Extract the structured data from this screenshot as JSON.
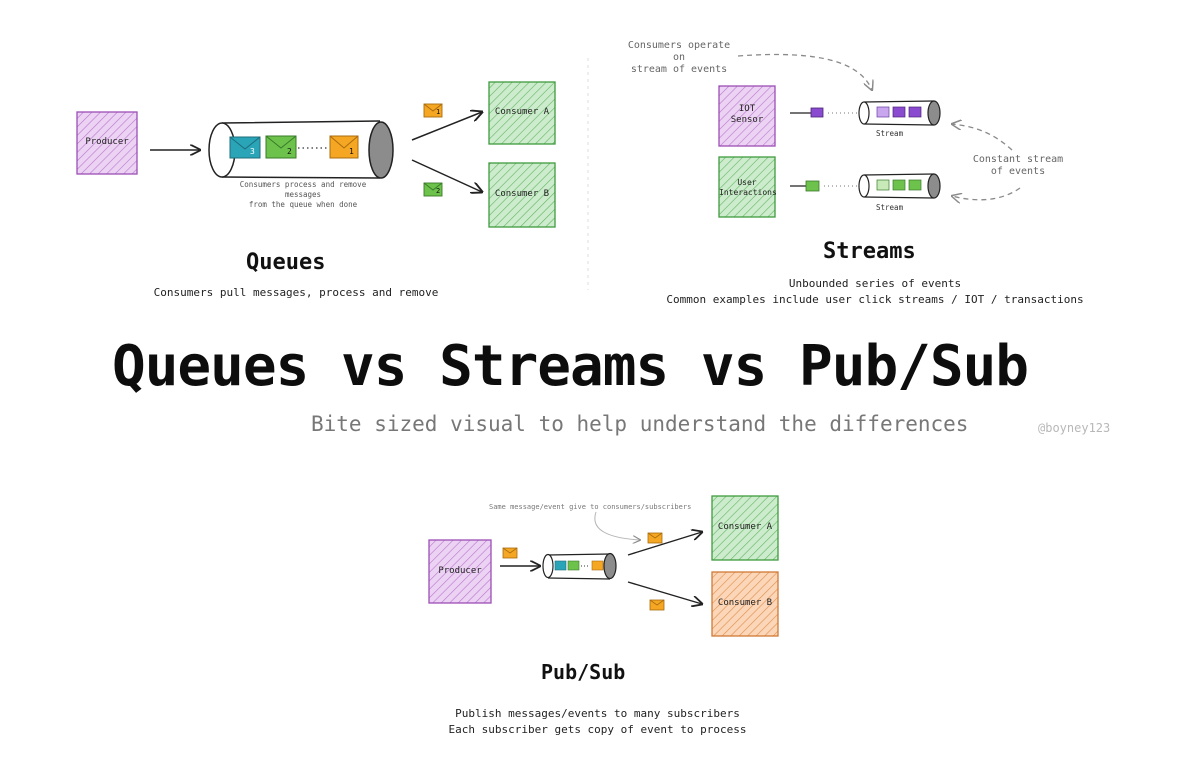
{
  "header": {
    "title": "Queues vs Streams vs Pub/Sub",
    "subtitle": "Bite sized visual to help understand the differences",
    "handle": "@boyney123"
  },
  "queues": {
    "title": "Queues",
    "description": "Consumers pull messages, process and remove",
    "producer": "Producer",
    "consumer_a": "Consumer A",
    "consumer_b": "Consumer B",
    "note": "Consumers process and remove messages\nfrom the queue when done",
    "message_numbers": [
      "3",
      "2",
      "1"
    ],
    "msg_a_number": "1",
    "msg_b_number": "2"
  },
  "streams": {
    "title": "Streams",
    "description": "Unbounded series of events\nCommon examples include user click streams / IOT / transactions",
    "source_1": "IOT\nSensor",
    "source_2": "User\nInteractions",
    "stream_label": "Stream",
    "annotation_top": "Consumers operate on\nstream of events",
    "annotation_right": "Constant stream\nof events"
  },
  "pubsub": {
    "title": "Pub/Sub",
    "description": "Publish messages/events to many subscribers\nEach subscriber gets copy of event to process",
    "producer": "Producer",
    "consumer_a": "Consumer A",
    "consumer_b": "Consumer B",
    "annotation": "Same message/event give to consumers/subscribers"
  },
  "colors": {
    "purple": "#d9a6e8",
    "purple_stroke": "#9b4fb5",
    "green": "#a8dca8",
    "green_stroke": "#3f9b3f",
    "orange": "#f5b88a",
    "orange_stroke": "#d07a35",
    "envelope_yellow": "#f5a623",
    "envelope_green": "#6cc24a",
    "envelope_blue": "#2aa5b8",
    "envelope_purple": "#8a4bd0",
    "annotation_gray": "#8a8a8a"
  }
}
